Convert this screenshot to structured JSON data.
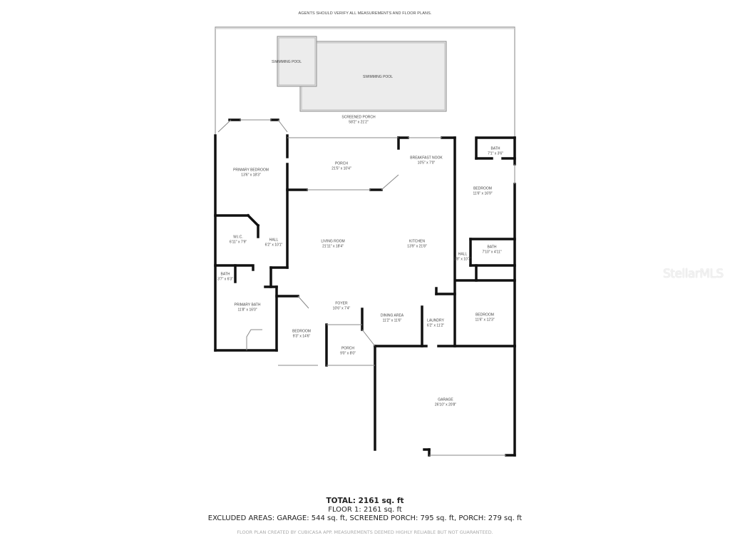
{
  "header": {
    "disclaimer": "AGENTS SHOULD VERIFY ALL MEASUREMENTS AND FLOOR PLANS."
  },
  "rooms": {
    "pool_small": {
      "name": "SWIMMING POOL"
    },
    "pool_large": {
      "name": "SWIMMING POOL"
    },
    "screened_porch": {
      "name": "SCREENED PORCH",
      "dims": "58'2\" x 21'2\""
    },
    "primary_bedroom": {
      "name": "PRIMARY BEDROOM",
      "dims": "13'6\" x 18'3\""
    },
    "porch_rear": {
      "name": "PORCH",
      "dims": "21'5\" x 10'4\""
    },
    "breakfast_nook": {
      "name": "BREAKFAST NOOK",
      "dims": "10'5\" x 7'0\""
    },
    "bath_ne": {
      "name": "BATH",
      "dims": "7'1\" x 3'6\""
    },
    "bedroom_ne": {
      "name": "BEDROOM",
      "dims": "11'6\" x 16'9\""
    },
    "wic": {
      "name": "W.I.C.",
      "dims": "6'11\" x 7'9\""
    },
    "hall_w": {
      "name": "HALL",
      "dims": "6'2\" x 10'1\""
    },
    "living_room": {
      "name": "LIVING ROOM",
      "dims": "21'11\" x 18'4\""
    },
    "kitchen": {
      "name": "KITCHEN",
      "dims": "13'9\" x 21'8\""
    },
    "hall_e": {
      "name": "HALL",
      "dims": "3'8\" x 10'7\""
    },
    "bath_e": {
      "name": "BATH",
      "dims": "7'10\" x 4'11\""
    },
    "bath_w": {
      "name": "BATH",
      "dims": "3'7\" x 6'3\""
    },
    "primary_bath": {
      "name": "PRIMARY BATH",
      "dims": "11'8\" x 16'0\""
    },
    "foyer": {
      "name": "FOYER",
      "dims": "10'6\" x 7'4\""
    },
    "bedroom_sw": {
      "name": "BEDROOM",
      "dims": "9'3\" x 14'6\""
    },
    "dining_area": {
      "name": "DINING AREA",
      "dims": "11'2\" x 11'6\""
    },
    "laundry": {
      "name": "LAUNDRY",
      "dims": "6'2\" x 11'2\""
    },
    "bedroom_se": {
      "name": "BEDROOM",
      "dims": "11'6\" x 12'3\""
    },
    "porch_front": {
      "name": "PORCH",
      "dims": "9'0\" x 8'0\""
    },
    "garage": {
      "name": "GARAGE",
      "dims": "26'10\" x 20'8\""
    }
  },
  "summary": {
    "total": "TOTAL: 2161 sq. ft",
    "floor1": "FLOOR 1: 2161 sq. ft",
    "excluded": "EXCLUDED AREAS: GARAGE: 544 sq. ft, SCREENED PORCH: 795 sq. ft, PORCH: 279 sq. ft",
    "disclaimer": "FLOOR PLAN CREATED BY CUBICASA APP. MEASUREMENTS DEEMED HIGHLY RELIABLE BUT NOT GUARANTEED."
  },
  "watermark": "StellarMLS",
  "colors": {
    "wall": "#111111",
    "pool_fill": "#ececec",
    "thin_line": "#999999"
  }
}
